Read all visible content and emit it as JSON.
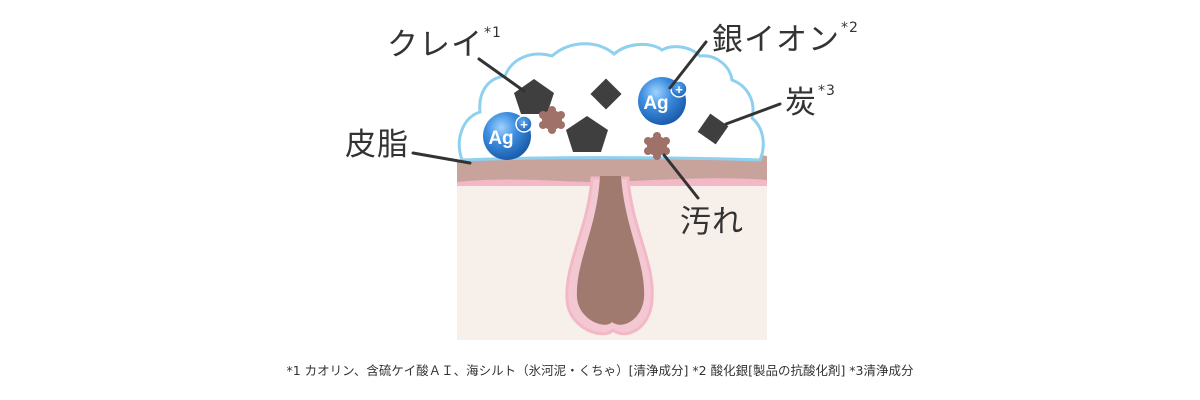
{
  "labels": {
    "clay": {
      "text": "クレイ",
      "note": "*1"
    },
    "silver_ion": {
      "text": "銀イオン",
      "note": "*2"
    },
    "charcoal": {
      "text": "炭",
      "note": "*3"
    },
    "sebum": {
      "text": "皮脂"
    },
    "dirt": {
      "text": "汚れ"
    }
  },
  "ion": {
    "symbol": "Ag",
    "charge": "+"
  },
  "footnote": "*1 カオリン、含硫ケイ酸ＡＩ、海シルト（氷河泥・くちゃ）[清浄成分]  *2 酸化銀[製品の抗酸化剤] *3清浄成分",
  "colors": {
    "foam_outline": "#8fd0ee",
    "skin_base": "#f7efe9",
    "skin_pink": "#f3b8c6",
    "sebum_layer": "#c7a39b",
    "hair": "#a07a6f",
    "particle": "#3f3f3f",
    "dirt": "#a07168",
    "ion_blue": "#2f7fd0"
  }
}
